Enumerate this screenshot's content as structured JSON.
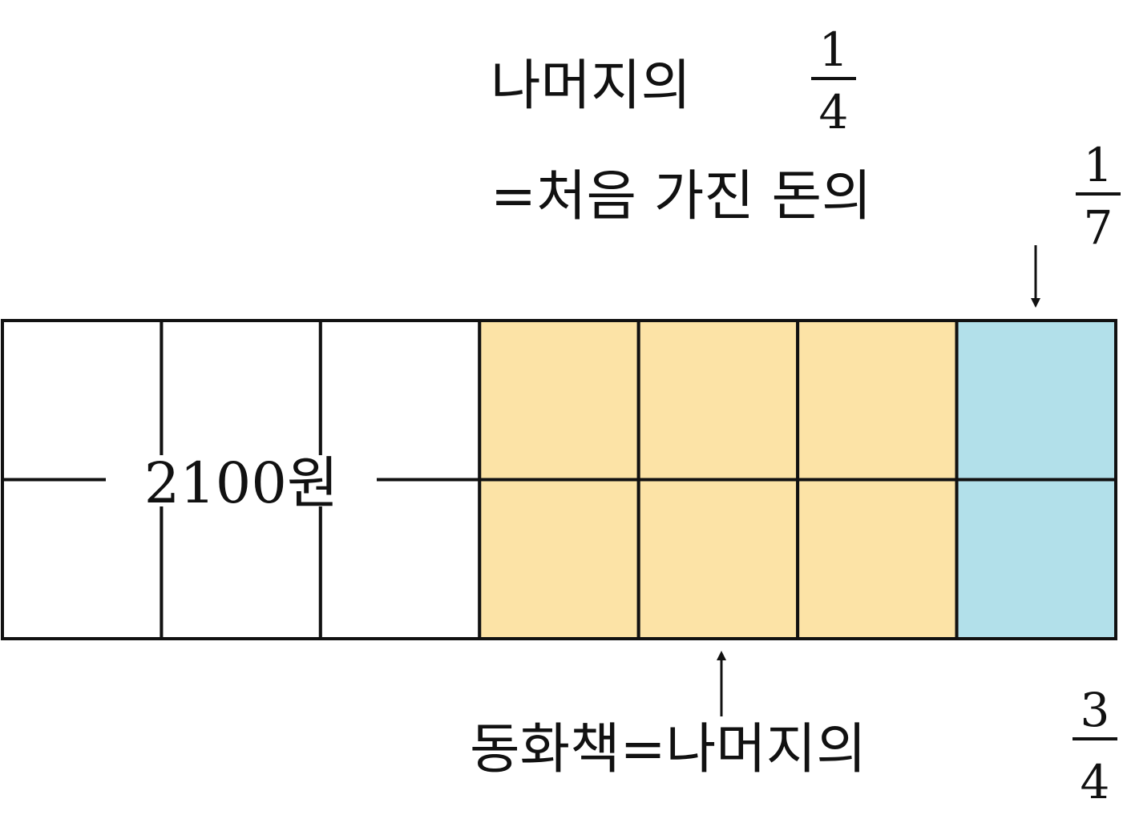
{
  "top_label": {
    "line1_text": "나머지의",
    "line1_fraction": {
      "numerator": "1",
      "denominator": "4"
    },
    "line2_text": "=처음 가진 돈의",
    "line2_fraction": {
      "numerator": "1",
      "denominator": "7"
    }
  },
  "center_label": "2100원",
  "bottom_label": {
    "text": "동화책=나머지의",
    "fraction": {
      "numerator": "3",
      "denominator": "4"
    }
  },
  "grid": {
    "columns": 7,
    "rows": 2,
    "column_fills": [
      "white",
      "white",
      "white",
      "orange",
      "orange",
      "orange",
      "blue"
    ]
  },
  "colors": {
    "white": "#ffffff",
    "orange": "#fce3a6",
    "blue": "#b2e0ea",
    "line": "#111111"
  }
}
